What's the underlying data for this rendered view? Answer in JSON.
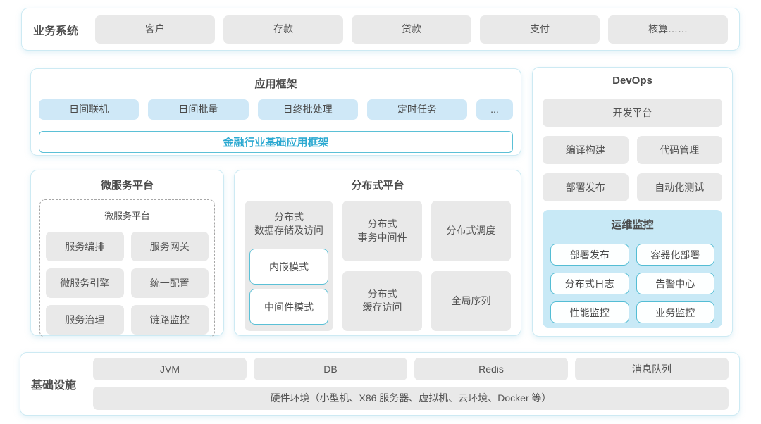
{
  "colors": {
    "accent_teal_text": "#2ca9d1",
    "teal_border": "#5bc0d6",
    "panel_border": "#cdeaf3",
    "chip_gray": "#e9e9e9",
    "chip_blue": "#cfe8f7",
    "ops_panel_bg": "#c8e9f6"
  },
  "business": {
    "label": "业务系统",
    "items": [
      "客户",
      "存款",
      "贷款",
      "支付",
      "核算……"
    ]
  },
  "app_framework": {
    "title": "应用框架",
    "items": [
      "日间联机",
      "日间批量",
      "日终批处理",
      "定时任务",
      "..."
    ],
    "base": "金融行业基础应用框架"
  },
  "microservice": {
    "title": "微服务平台",
    "inner_title": "微服务平台",
    "items": [
      "服务编排",
      "服务网关",
      "微服务引擎",
      "统一配置",
      "服务治理",
      "链路监控"
    ]
  },
  "distributed": {
    "title": "分布式平台",
    "storage": {
      "lines": [
        "分布式",
        "数据存储及访问"
      ],
      "modes": [
        "内嵌模式",
        "中间件模式"
      ]
    },
    "transaction": {
      "lines": [
        "分布式",
        "事务中间件"
      ]
    },
    "cache": {
      "lines": [
        "分布式",
        "缓存访问"
      ]
    },
    "scheduling": "分布式调度",
    "sequence": "全局序列"
  },
  "devops": {
    "title": "DevOps",
    "platform": "开发平台",
    "items": [
      "编译构建",
      "代码管理",
      "部署发布",
      "自动化测试"
    ],
    "ops": {
      "title": "运维监控",
      "items": [
        "部署发布",
        "容器化部署",
        "分布式日志",
        "告警中心",
        "性能监控",
        "业务监控"
      ]
    }
  },
  "infra": {
    "label": "基础设施",
    "items": [
      "JVM",
      "DB",
      "Redis",
      "消息队列"
    ],
    "hardware": "硬件环境（小型机、X86 服务器、虚拟机、云环境、Docker 等）"
  }
}
